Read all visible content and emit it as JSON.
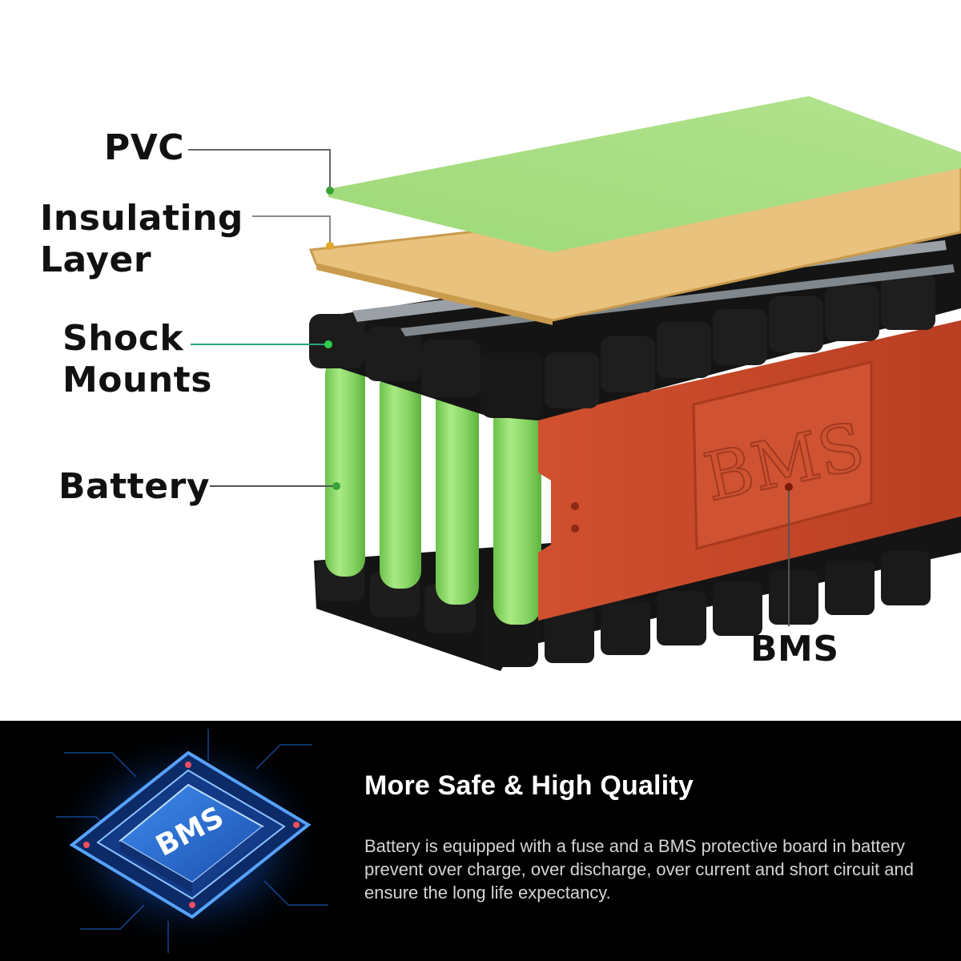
{
  "callouts": {
    "pvc": "PVC",
    "insulating_line1": "Insulating",
    "insulating_line2": "Layer",
    "shock_line1": "Shock",
    "shock_line2": "Mounts",
    "battery": "Battery",
    "bms": "BMS"
  },
  "bms_board_text": "BMS",
  "chip_text": "BMS",
  "info": {
    "title": "More Safe & High Quality",
    "body": "Battery is equipped with a fuse and a BMS protective board in battery prevent over charge, over discharge, over current and short circuit and ensure the long life expectancy."
  },
  "colors": {
    "pvc_layer": "#9fd87a",
    "insulating_layer": "#e9c27e",
    "bms_wrap": "#c94a2c",
    "cell": "#8fd86a",
    "holder": "#141414",
    "panel_bg": "#000000",
    "chip_glow": "#1e6fe0"
  }
}
